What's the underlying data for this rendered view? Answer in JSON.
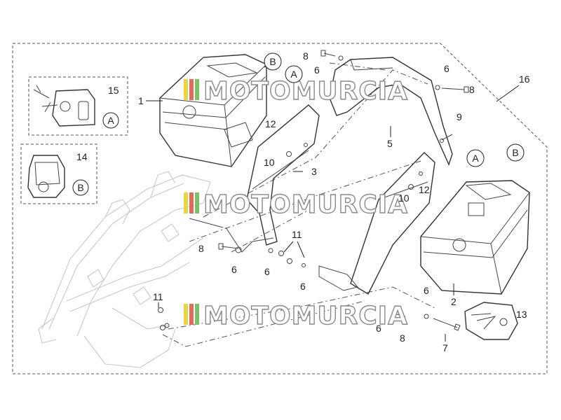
{
  "watermark": {
    "text": "MOTOMURCIA"
  },
  "callouts": {
    "letters": [
      "B",
      "A",
      "A",
      "B",
      "A",
      "B"
    ],
    "numbers": [
      "1",
      "2",
      "3",
      "5",
      "7",
      "9",
      "12",
      "10",
      "11",
      "13",
      "14",
      "15",
      "16",
      "8",
      "6"
    ]
  },
  "colors": {
    "line": "#333333",
    "ghost_frame": "#c9c9c9",
    "watermark_yellow": "#e8d640",
    "watermark_red": "#e06b5a",
    "watermark_green": "#7fbf6a"
  }
}
